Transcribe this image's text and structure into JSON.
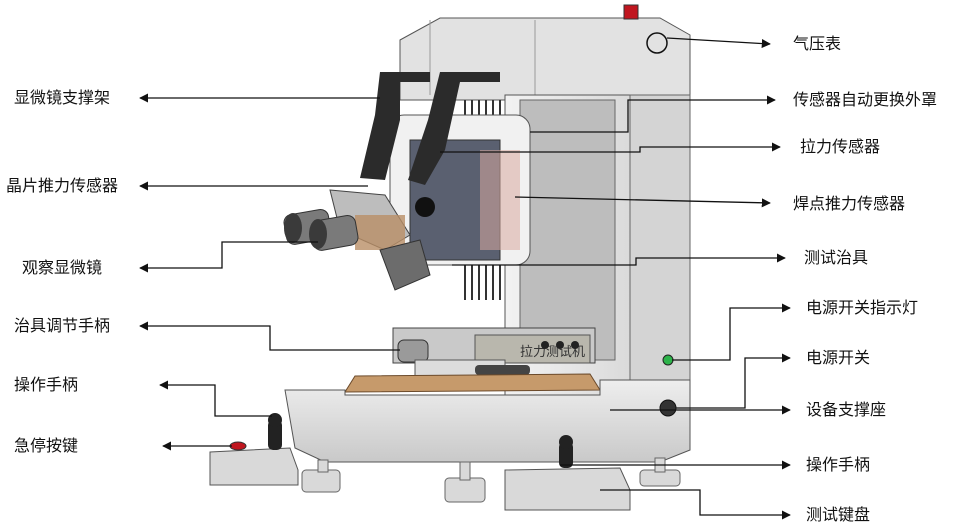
{
  "labels": {
    "left": {
      "microscope_support": "显微镜支撑架",
      "wafer_push_sensor": "晶片推力传感器",
      "observation_microscope": "观察显微镜",
      "fixture_handle": "治具调节手柄",
      "operation_handle": "操作手柄",
      "emergency_stop": "急停按键"
    },
    "right": {
      "air_gauge": "气压表",
      "sensor_cover": "传感器自动更换外罩",
      "tension_sensor": "拉力传感器",
      "solder_push_sensor": "焊点推力传感器",
      "test_fixture": "测试治具",
      "power_indicator": "电源开关指示灯",
      "power_switch": "电源开关",
      "equipment_base": "设备支撑座",
      "operation_handle": "操作手柄",
      "test_keyboard": "测试键盘"
    },
    "machine_plate": "拉力测试机"
  },
  "colors": {
    "line": "#111111",
    "body_light": "#e6e6e6",
    "body_mid": "#cfcfcf",
    "body_dark": "#8c8c8c",
    "window": "#5a6070",
    "arm": "#2b2b2b",
    "wood": "#c69a6b",
    "plate": "#b9b7ad",
    "indicator_green": "#2db34a",
    "stop_red": "#c0161f"
  }
}
